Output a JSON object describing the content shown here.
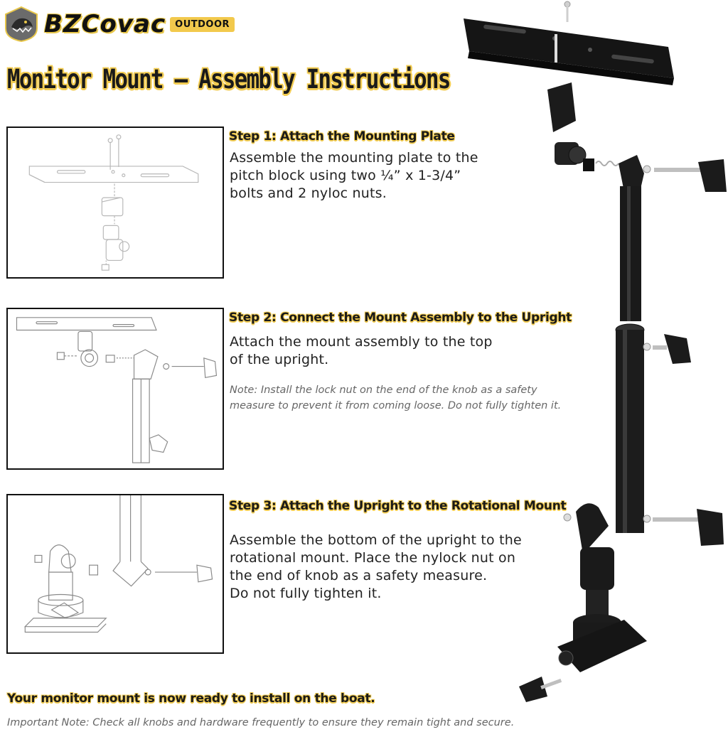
{
  "brand": {
    "name": "BZCovac",
    "badge": "OUTDOOR",
    "accent_color": "#f2c94c"
  },
  "title": "Monitor Mount – Assembly Instructions",
  "steps": [
    {
      "heading": "Step 1: Attach the Mounting Plate",
      "body": "Assemble the mounting plate to the\npitch block using two ¼” x 1-3/4”\nbolts and 2 nyloc nuts.",
      "note": ""
    },
    {
      "heading": "Step 2: Connect the Mount Assembly to the Upright",
      "body": "Attach the mount assembly to the top\nof the upright.",
      "note": "Note: Install the lock nut on the end of the knob as a safety\nmeasure to prevent it from coming loose. Do not fully tighten it."
    },
    {
      "heading": "Step 3: Attach the Upright to the Rotational Mount",
      "body": "Assemble the bottom of the upright to the\nrotational mount. Place the nylock nut on\nthe end of knob as a safety measure.\nDo not fully tighten it.",
      "note": ""
    }
  ],
  "final_message": "Your monitor mount is now ready to install on the boat.",
  "important_note": "Important Note: Check all knobs and hardware frequently to ensure they remain tight and secure."
}
